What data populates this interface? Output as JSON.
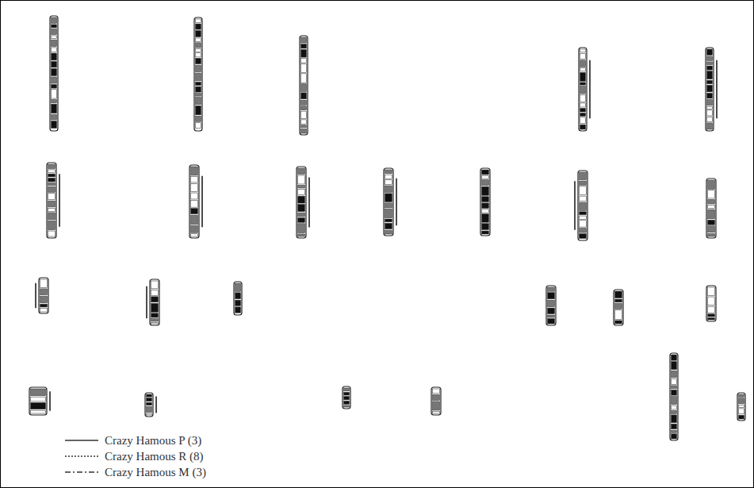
{
  "diagram": {
    "legend": [
      {
        "text": "Crazy Hamous P (3)"
      },
      {
        "text": "Crazy Hamous R (8)"
      },
      {
        "text": "Crazy Hamous M (3)"
      }
    ]
  }
}
